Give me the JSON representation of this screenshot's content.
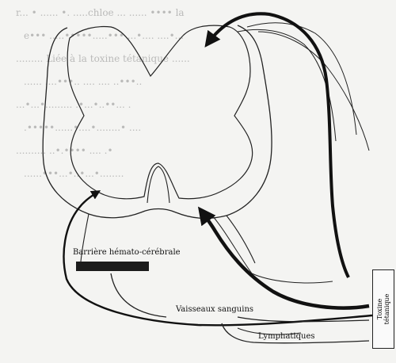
{
  "labels": {
    "barrier": "Barrière hémato-cérébrale",
    "vessels": "Vaisseaux sanguins",
    "lymphatics": "Lymphatiques",
    "toxin": "Toxine\ntétanique"
  },
  "colors": {
    "line": "#222222",
    "arrow": "#111111",
    "barrier_bar": "#1c1c1c",
    "background_text": "#8c8c8c"
  },
  "background_text": {
    "lines": [
      "r... • ...... •. .....chloe ... ...... •••• la",
      "e••• .....•••••.....••• ...•.... ....•...",
      "......... Liée à la toxine tétanique ......",
      "...... ....•••.. .... .... ..•••..",
      "...•...•......... .•...•..••... .",
      ".•••••......•....•........• ....",
      ".......... ..•.•••• .... .•",
      "......•••...•..•...•........"
    ]
  }
}
